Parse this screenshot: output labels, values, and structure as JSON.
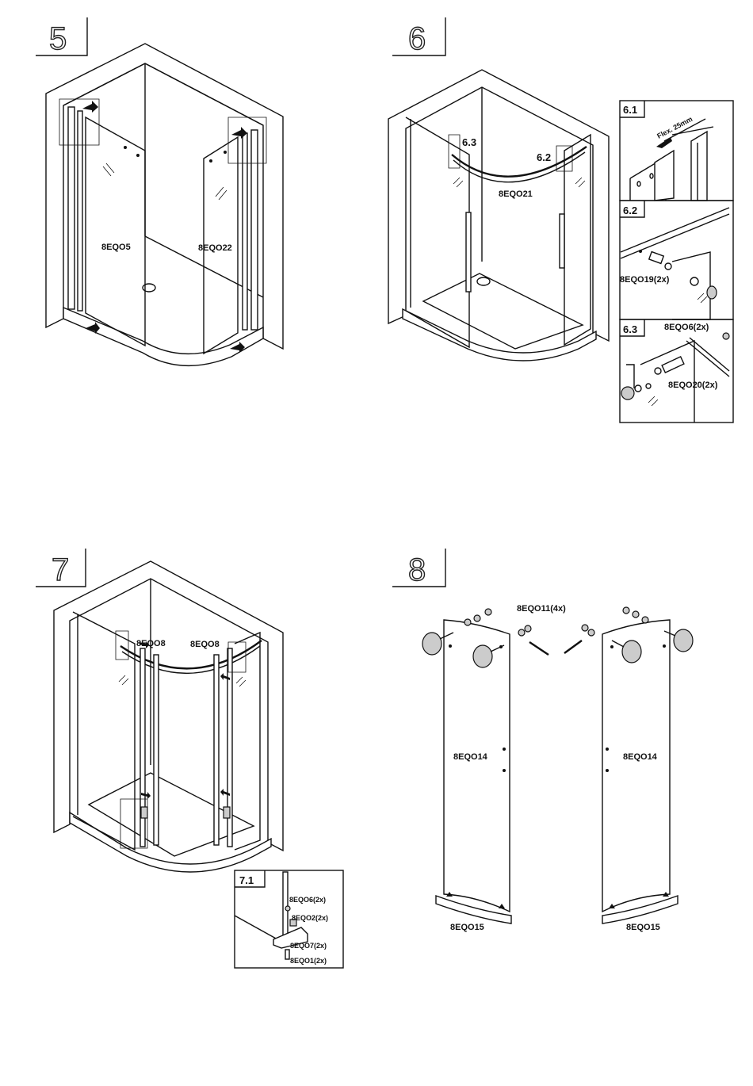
{
  "steps": [
    {
      "number": "5",
      "labels": {
        "left_panel": "8EQO5",
        "right_panel": "8EQO22"
      }
    },
    {
      "number": "6",
      "labels": {
        "callout_a": "6.3",
        "callout_b": "6.2",
        "rail": "8EQO21"
      },
      "details": [
        {
          "id": "6.1",
          "note": "Flex. 25mm"
        },
        {
          "id": "6.2",
          "part": "8EQO19(2x)"
        },
        {
          "id": "6.3",
          "part_a": "8EQO6(2x)",
          "part_b": "8EQO20(2x)"
        }
      ]
    },
    {
      "number": "7",
      "labels": {
        "left_part": "8EQO8",
        "right_part": "8EQO8"
      },
      "detail": {
        "id": "7.1",
        "parts": [
          "8EQO6(2x)",
          "8EQO2(2x)",
          "8EQO7(2x)",
          "8EQO1(2x)"
        ]
      }
    },
    {
      "number": "8",
      "labels": {
        "fittings": "8EQO11(4x)",
        "left_door": "8EQO14",
        "right_door": "8EQO14",
        "left_seal": "8EQO15",
        "right_seal": "8EQO15"
      }
    }
  ]
}
